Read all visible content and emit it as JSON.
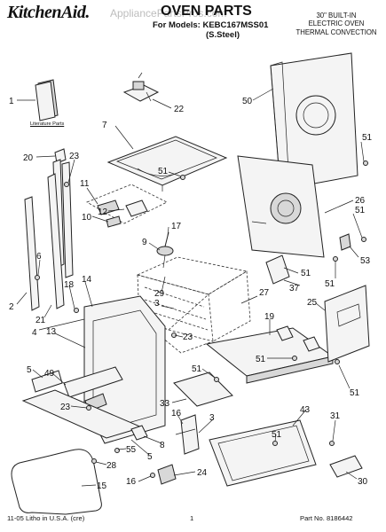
{
  "header": {
    "brand": "KitchenAid.",
    "title": "OVEN PARTS",
    "models_line": "For Models: KEBC167MSS01",
    "variant": "(S.Steel)",
    "watermark": "AppliancePartsPros.com",
    "description": [
      "30\" BUILT-IN",
      "ELECTRIC OVEN",
      "THERMAL CONVECTION"
    ]
  },
  "literature_label": "Literature Parts",
  "footer": {
    "left": "11-05 Litho in U.S.A. (cre)",
    "page": "1",
    "part_no": "Part No. 8186442"
  },
  "callouts": [
    {
      "num": "1"
    },
    {
      "num": "22"
    },
    {
      "num": "7"
    },
    {
      "num": "50"
    },
    {
      "num": "51"
    },
    {
      "num": "20"
    },
    {
      "num": "23"
    },
    {
      "num": "51"
    },
    {
      "num": "11"
    },
    {
      "num": "26"
    },
    {
      "num": "12"
    },
    {
      "num": "51"
    },
    {
      "num": "10"
    },
    {
      "num": "17"
    },
    {
      "num": "9"
    },
    {
      "num": "6"
    },
    {
      "num": "53"
    },
    {
      "num": "51"
    },
    {
      "num": "37"
    },
    {
      "num": "51"
    },
    {
      "num": "18"
    },
    {
      "num": "14"
    },
    {
      "num": "29"
    },
    {
      "num": "27"
    },
    {
      "num": "2"
    },
    {
      "num": "21"
    },
    {
      "num": "3"
    },
    {
      "num": "25"
    },
    {
      "num": "4"
    },
    {
      "num": "19"
    },
    {
      "num": "23"
    },
    {
      "num": "13"
    },
    {
      "num": "51"
    },
    {
      "num": "51"
    },
    {
      "num": "5"
    },
    {
      "num": "49"
    },
    {
      "num": "51"
    },
    {
      "num": "23"
    },
    {
      "num": "33"
    },
    {
      "num": "16"
    },
    {
      "num": "3"
    },
    {
      "num": "43"
    },
    {
      "num": "31"
    },
    {
      "num": "8"
    },
    {
      "num": "55"
    },
    {
      "num": "51"
    },
    {
      "num": "5"
    },
    {
      "num": "28"
    },
    {
      "num": "16"
    },
    {
      "num": "24"
    },
    {
      "num": "15"
    },
    {
      "num": "30"
    }
  ]
}
